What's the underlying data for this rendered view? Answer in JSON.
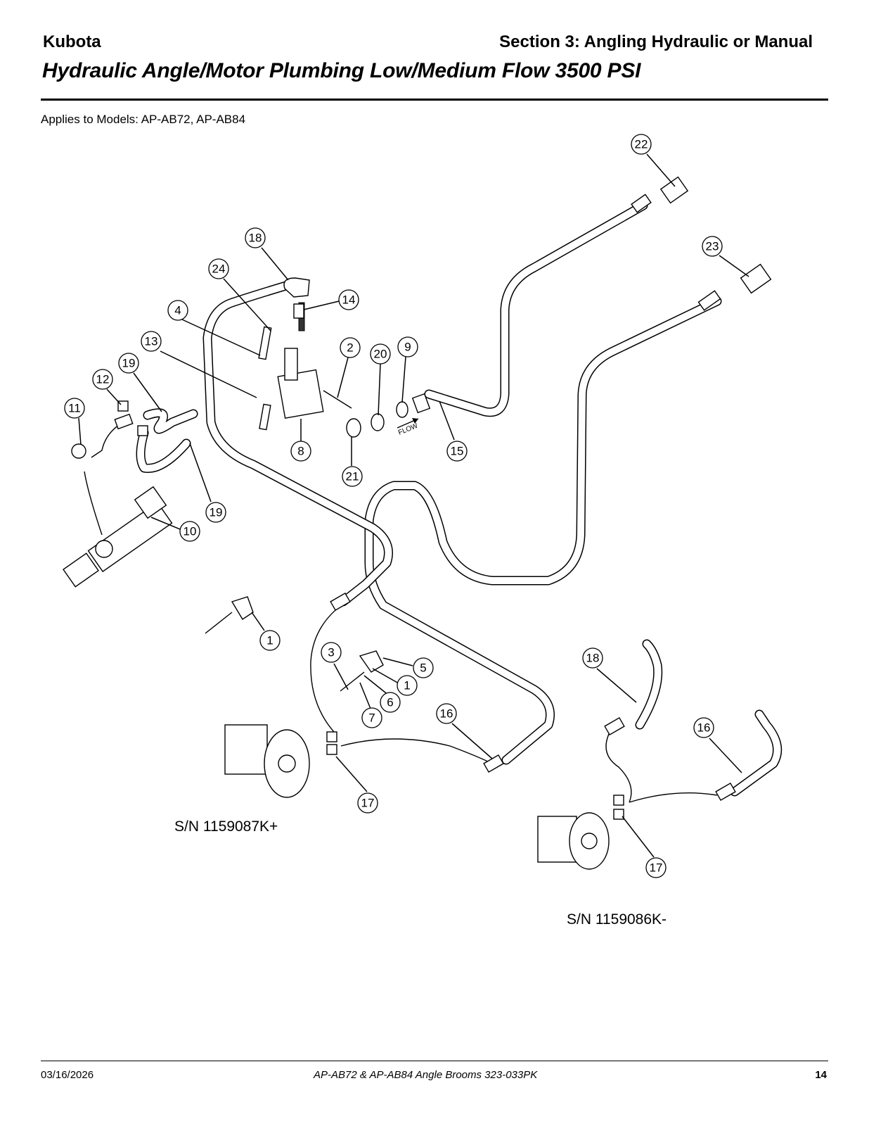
{
  "header": {
    "brand": "Kubota",
    "section": "Section 3: Angling Hydraulic or Manual",
    "title": "Hydraulic Angle/Motor Plumbing Low/Medium Flow 3500 PSI"
  },
  "applies": "Applies to Models: AP-AB72, AP-AB84",
  "diagram": {
    "flow_label": "FLOW",
    "serial_new": "S/N 1159087K+",
    "serial_old": "S/N 1159086K-",
    "callouts": [
      "22",
      "23",
      "18",
      "24",
      "14",
      "4",
      "2",
      "20",
      "9",
      "13",
      "19",
      "12",
      "11",
      "8",
      "15",
      "21",
      "19",
      "10",
      "1",
      "3",
      "5",
      "1",
      "6",
      "7",
      "16",
      "18",
      "16",
      "17",
      "17"
    ]
  },
  "footer": {
    "date": "03/16/2026",
    "doc": "AP-AB72 & AP-AB84  Angle Brooms  323-033PK",
    "page": "14"
  }
}
